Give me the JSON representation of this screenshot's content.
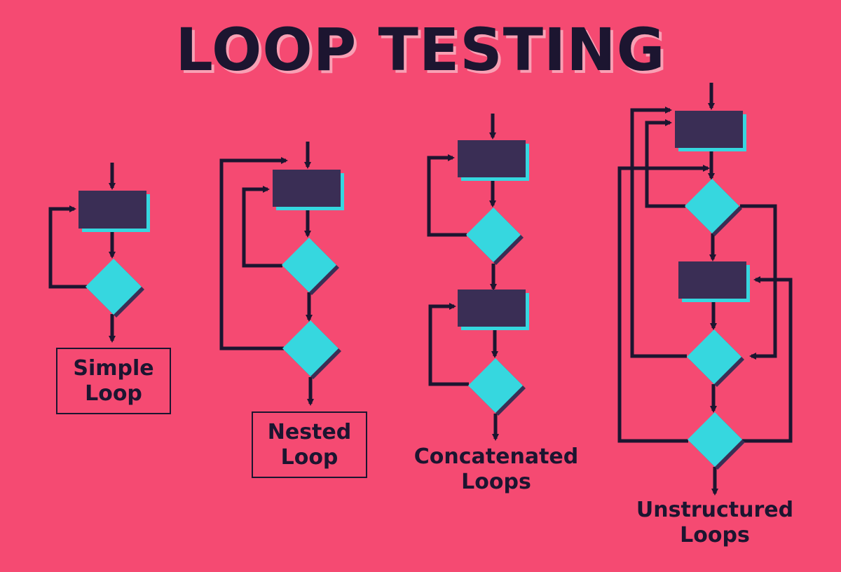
{
  "title": "LOOP TESTING",
  "colors": {
    "background": "#F54A72",
    "line": "#1C1530",
    "process_box": "#3A2E55",
    "decision": "#36D7DF",
    "shadow_cyan": "#36D7DF",
    "title_shadow": "#F8A0B4"
  },
  "diagrams": [
    {
      "name": "simple-loop",
      "label_line1": "Simple",
      "label_line2": "Loop",
      "boxed_label": true,
      "process_boxes": 1,
      "decisions": 1
    },
    {
      "name": "nested-loop",
      "label_line1": "Nested",
      "label_line2": "Loop",
      "boxed_label": true,
      "process_boxes": 1,
      "decisions": 2
    },
    {
      "name": "concatenated-loops",
      "label_line1": "Concatenated",
      "label_line2": "Loops",
      "boxed_label": false,
      "process_boxes": 2,
      "decisions": 2
    },
    {
      "name": "unstructured-loops",
      "label_line1": "Unstructured",
      "label_line2": "Loops",
      "boxed_label": false,
      "process_boxes": 2,
      "decisions": 3
    }
  ]
}
